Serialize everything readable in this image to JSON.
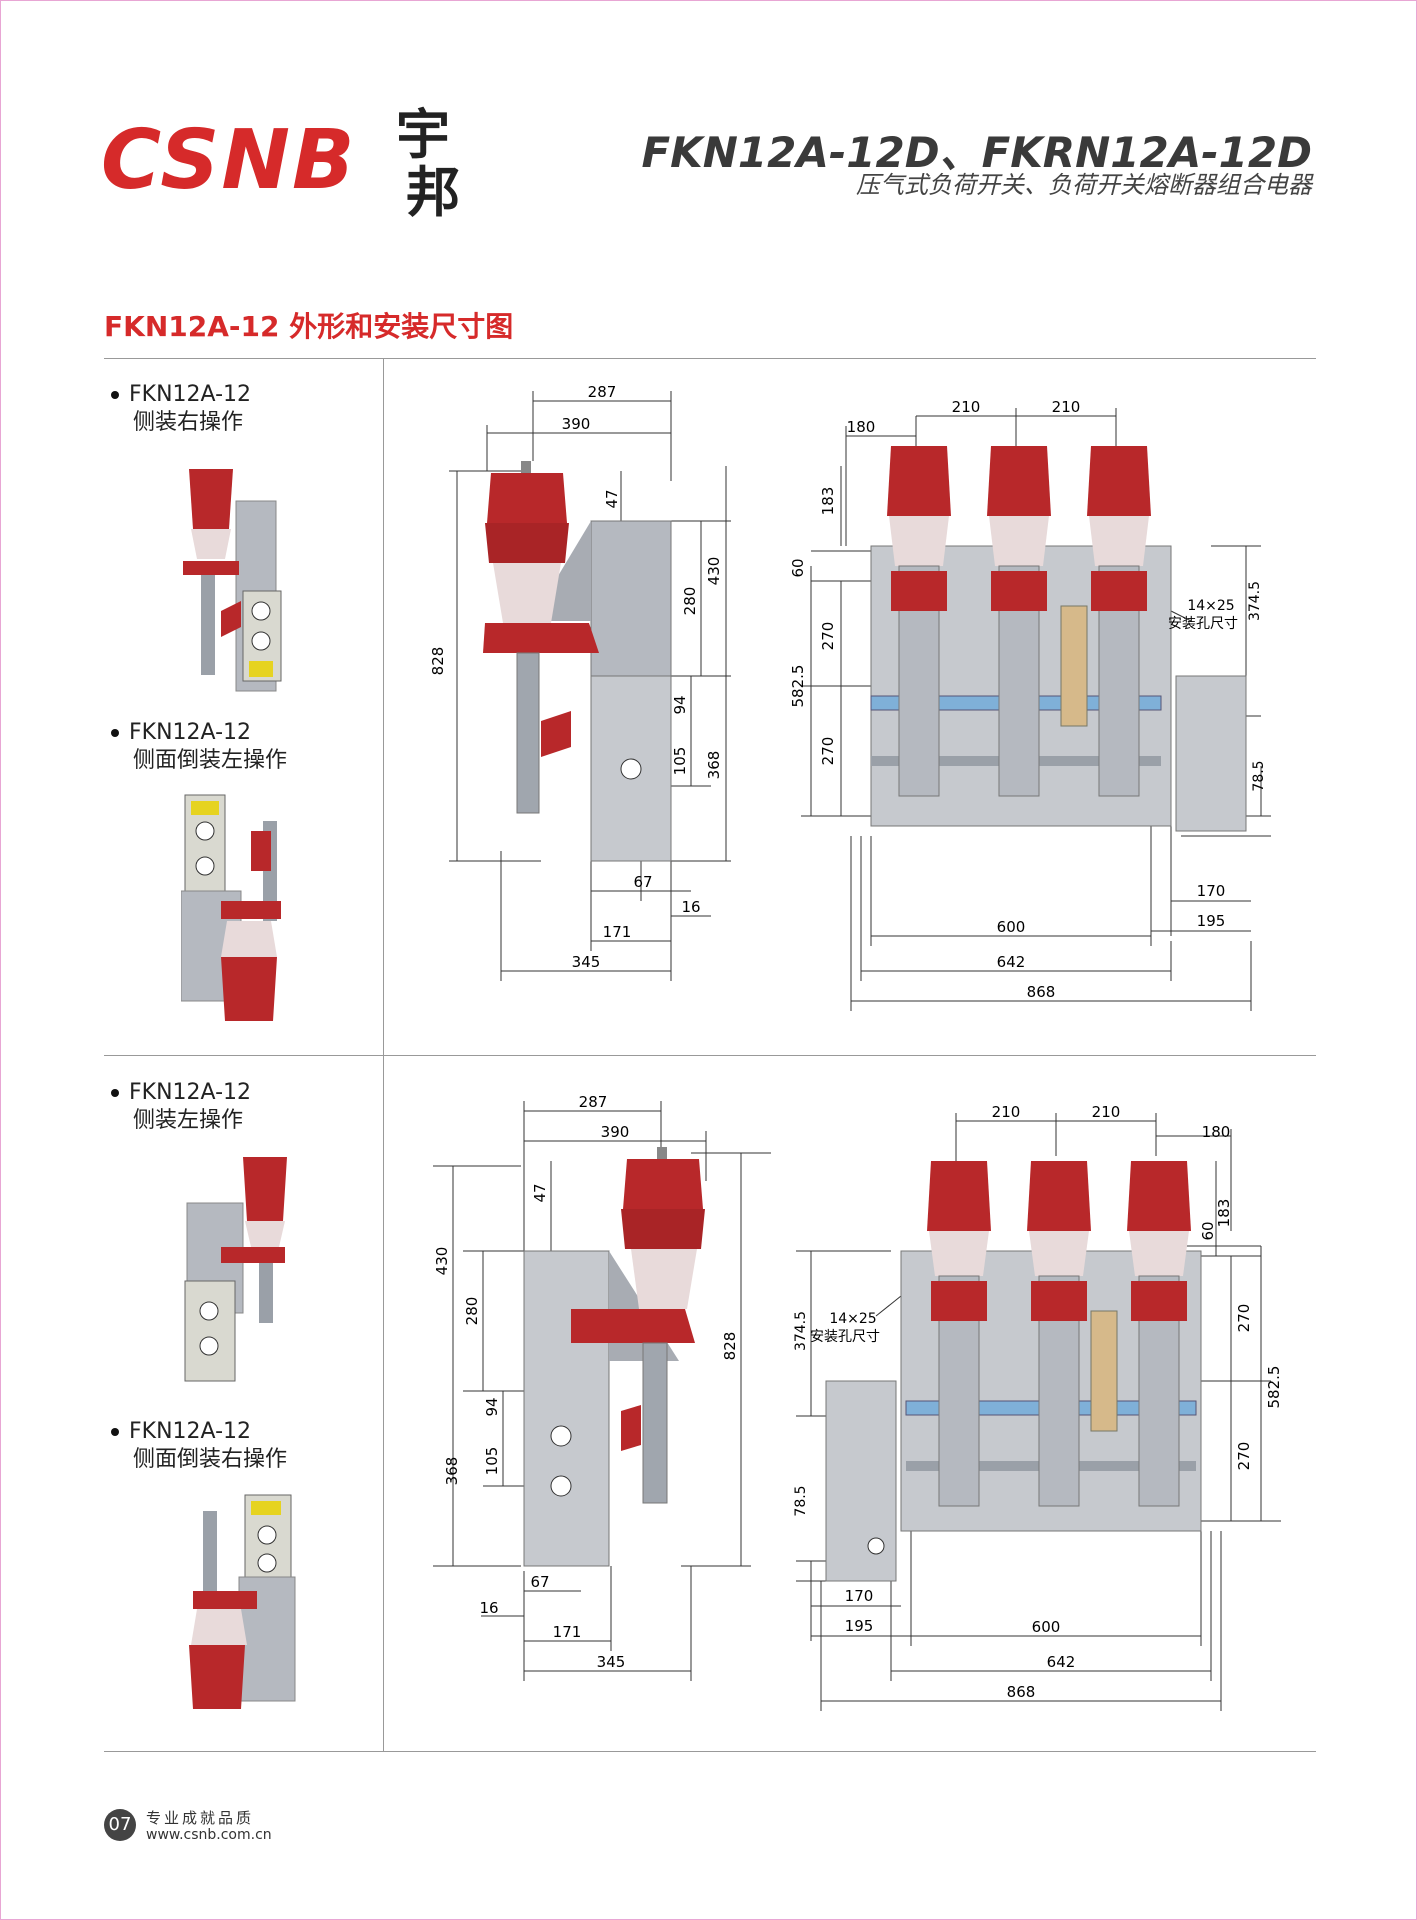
{
  "header": {
    "logo_text": "CSNB",
    "logo_cn_1": "宇",
    "logo_cn_2": "邦",
    "model": "FKN12A-12D、FKRN12A-12D",
    "subtitle": "压气式负荷开关、负荷开关熔断器组合电器"
  },
  "section": {
    "title": "FKN12A-12 外形和安装尺寸图"
  },
  "variants": [
    {
      "model": "FKN12A-12",
      "desc": "侧装右操作"
    },
    {
      "model": "FKN12A-12",
      "desc": "侧面倒装左操作"
    },
    {
      "model": "FKN12A-12",
      "desc": "侧装左操作"
    },
    {
      "model": "FKN12A-12",
      "desc": "侧面倒装右操作"
    }
  ],
  "dims": {
    "d287": "287",
    "d390": "390",
    "d828": "828",
    "d47": "47",
    "d430": "430",
    "d280": "280",
    "d94": "94",
    "d105": "105",
    "d368": "368",
    "d67": "67",
    "d16": "16",
    "d171": "171",
    "d345": "345",
    "d180": "180",
    "d210": "210",
    "d183": "183",
    "d60": "60",
    "d270": "270",
    "d582": "582.5",
    "d374": "374.5",
    "d785": "78.5",
    "d170": "170",
    "d195": "195",
    "d600": "600",
    "d642": "642",
    "d868": "868",
    "hole": "14×25",
    "hole_label": "安装孔尺寸"
  },
  "footer": {
    "page_num": "07",
    "slogan": "专业成就品质",
    "url": "www.csnb.com.cn"
  },
  "colors": {
    "accent": "#d62a2a",
    "insulator": "#b8282a",
    "steel": "#b5b9c0",
    "shaft": "#7fb0d8"
  }
}
